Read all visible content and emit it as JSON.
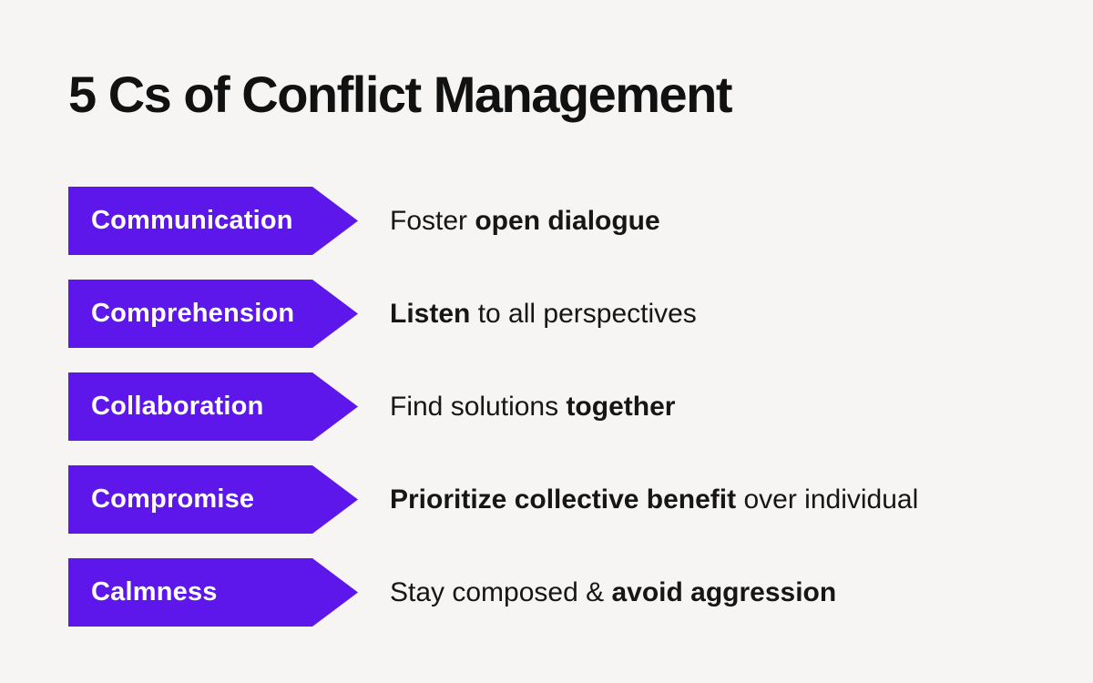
{
  "page": {
    "title": "5 Cs of Conflict Management",
    "background_color": "#f6f5f3",
    "accent_color": "#5e17eb",
    "title_color": "#111111",
    "body_text_color": "#161616",
    "arrow_label_color": "#ffffff"
  },
  "rows": [
    {
      "label": "Communication",
      "desc_pre": "Foster ",
      "desc_strong": "open dialogue",
      "desc_post": ""
    },
    {
      "label": "Comprehension",
      "desc_pre": "",
      "desc_strong": "Listen",
      "desc_post": " to all perspectives"
    },
    {
      "label": "Collaboration",
      "desc_pre": "Find solutions ",
      "desc_strong": "together",
      "desc_post": ""
    },
    {
      "label": "Compromise",
      "desc_pre": "",
      "desc_strong": "Prioritize collective benefit",
      "desc_post": " over individual"
    },
    {
      "label": "Calmness",
      "desc_pre": "Stay composed & ",
      "desc_strong": "avoid aggression",
      "desc_post": ""
    }
  ]
}
